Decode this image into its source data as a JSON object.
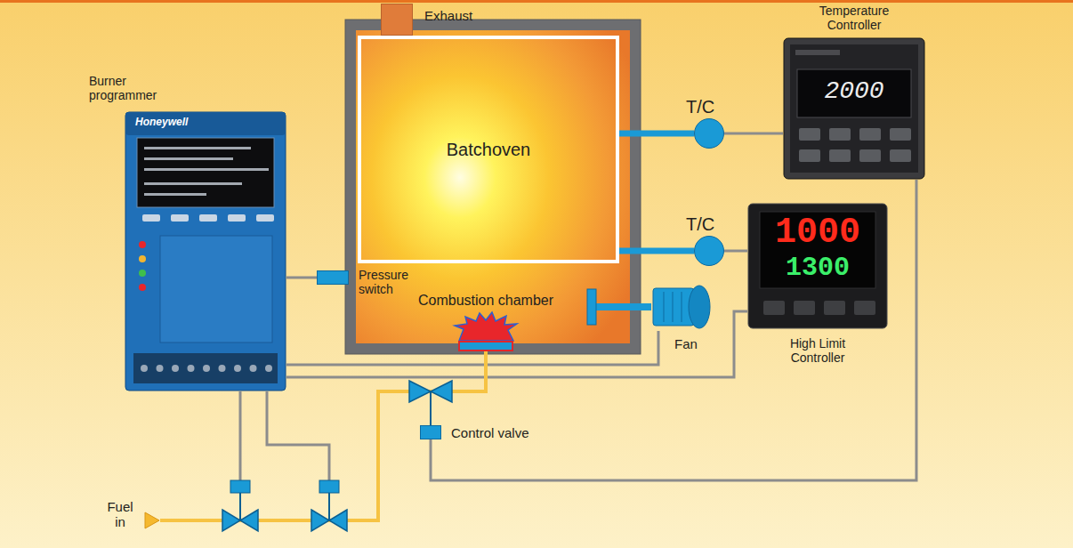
{
  "diagram": {
    "nodes": [
      {
        "text": [
          "Exhaust"
        ]
      },
      {
        "text": [
          "Batchoven"
        ]
      },
      {
        "text": [
          "T/C"
        ]
      },
      {
        "text": [
          "Temperature Controller",
          "2000"
        ]
      },
      {
        "text": [
          "T/C"
        ]
      },
      {
        "text": [
          "Burner programmer",
          "Honeywell"
        ]
      },
      {
        "text": [
          "Pressure switch"
        ]
      },
      {
        "text": [
          "Combustion chamber"
        ]
      },
      {
        "text": [
          "Fan"
        ]
      },
      {
        "text": [
          "1000",
          "1300",
          "High Limit Controller"
        ]
      },
      {
        "text": [
          "Control valve"
        ]
      },
      {
        "text": [
          "Fuel in"
        ]
      }
    ],
    "edges": [
      {
        "from": 1,
        "to": 2,
        "arrow": "none"
      },
      {
        "from": 1,
        "to": 4,
        "arrow": "none"
      },
      {
        "from": 2,
        "to": 3,
        "arrow": "none"
      },
      {
        "from": 4,
        "to": 9,
        "arrow": "none"
      },
      {
        "from": 3,
        "to": 10,
        "arrow": "none"
      },
      {
        "from": 5,
        "to": 6,
        "arrow": "none"
      },
      {
        "from": 5,
        "to": 8,
        "arrow": "none"
      },
      {
        "from": 5,
        "to": 9,
        "arrow": "none"
      },
      {
        "from": 11,
        "to": 7,
        "arrow": "none"
      }
    ]
  }
}
